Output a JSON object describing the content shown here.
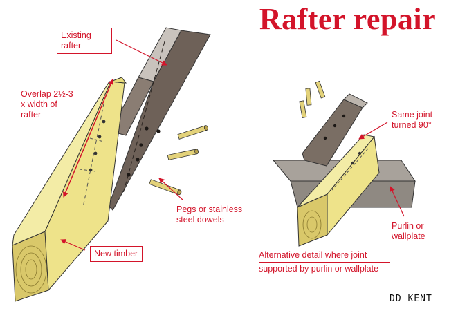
{
  "title": "Rafter repair",
  "labels": {
    "existing_rafter": "Existing rafter",
    "overlap": "Overlap 2½-3 x width of rafter",
    "pegs": "Pegs or stainless steel dowels",
    "new_timber": "New timber",
    "same_joint": "Same joint turned 90°",
    "purlin": "Purlin or wallplate",
    "alternative_line1": "Alternative detail where joint",
    "alternative_line2": "supported by purlin or wallplate"
  },
  "signature": "DD KENT",
  "colors": {
    "accent": "#d3142a",
    "timber": "#eee38a",
    "rafter": "#6e6158",
    "purlin": "#8f8982"
  }
}
